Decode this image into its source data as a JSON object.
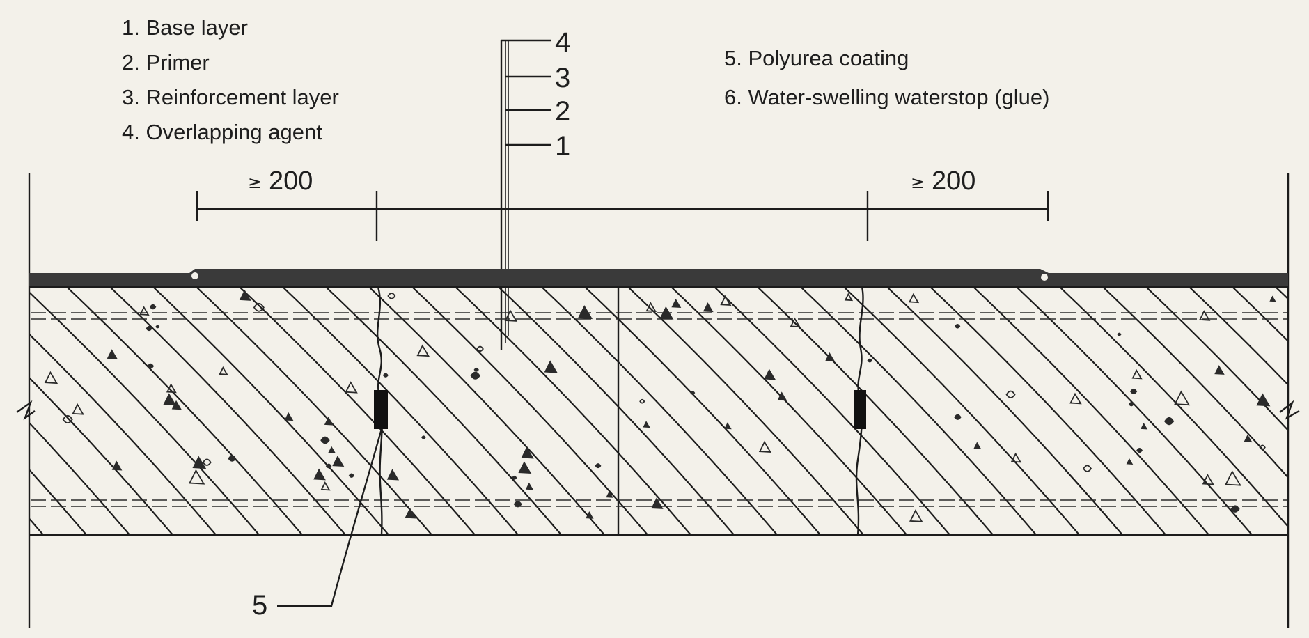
{
  "legend": {
    "left": [
      "1. Base layer",
      "2. Primer",
      "3. Reinforcement layer",
      "4. Overlapping agent"
    ],
    "right": [
      "5. Polyurea coating",
      "6. Water-swelling waterstop (glue)"
    ]
  },
  "callouts": {
    "layer_numbers": [
      "4",
      "3",
      "2",
      "1"
    ],
    "joint_number": "5"
  },
  "dimensions": {
    "left": {
      "prefix": "≥",
      "value": "200"
    },
    "right": {
      "prefix": "≥",
      "value": "200"
    }
  },
  "colors": {
    "background": "#f3f1ea",
    "line": "#1c1c1c",
    "coating": "#3a3a3a"
  }
}
